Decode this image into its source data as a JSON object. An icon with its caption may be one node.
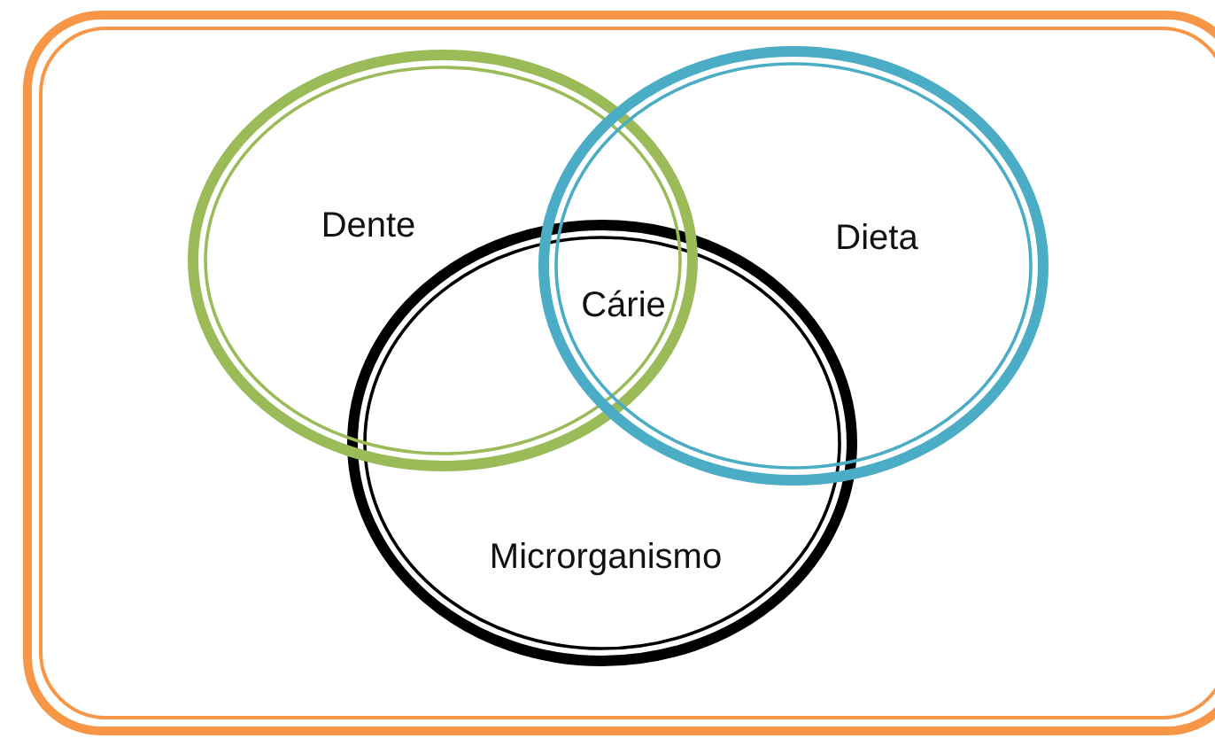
{
  "diagram": {
    "nodes": [
      {
        "text": [],
        "shape": "box"
      },
      {
        "text": [
          "Dente"
        ],
        "in": 0
      },
      {
        "text": [
          "Dieta"
        ],
        "in": 0
      },
      {
        "text": [
          "Microrganismo"
        ],
        "in": 0
      }
    ],
    "labels": [
      "Cárie"
    ]
  }
}
